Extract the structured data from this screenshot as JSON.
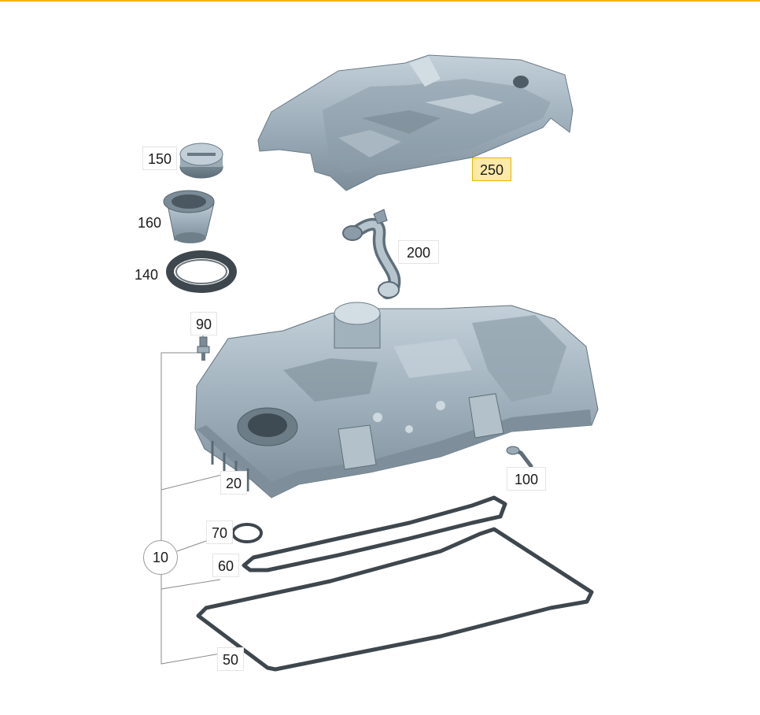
{
  "colors": {
    "accent": "#f2b705",
    "highlight": "#fbe9a8",
    "part": "#8fa0ad",
    "part_light": "#b8c6d0",
    "part_dark": "#5f6f7b",
    "gasket": "#3f474d"
  },
  "labels": {
    "cover": "250",
    "cap": "150",
    "filler_neck": "160",
    "filler_seal": "140",
    "hose": "200",
    "sensor": "90",
    "cylinder_head_cover": "20",
    "bolt": "100",
    "oring": "70",
    "gasket_inner": "60",
    "kit": "10",
    "gasket_outer": "50"
  },
  "highlighted_part": "250"
}
